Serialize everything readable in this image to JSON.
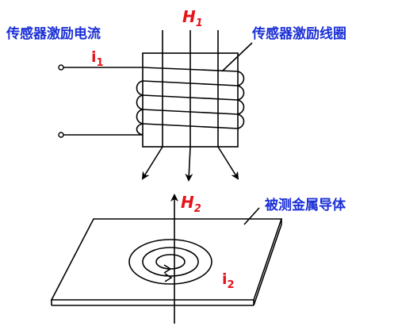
{
  "labels": {
    "excitation_current": "传感器激励电流",
    "excitation_coil": "传感器激励线圈",
    "metal_conductor": "被测金属导体",
    "h1_main": "H",
    "h1_sub": "1",
    "h2_main": "H",
    "h2_sub": "2",
    "i1_main": "i",
    "i1_sub": "1",
    "i2_main": "i",
    "i2_sub": "2"
  },
  "colors": {
    "label_blue": "#1a2fd6",
    "symbol_red": "#e5141b",
    "line": "#000000"
  }
}
